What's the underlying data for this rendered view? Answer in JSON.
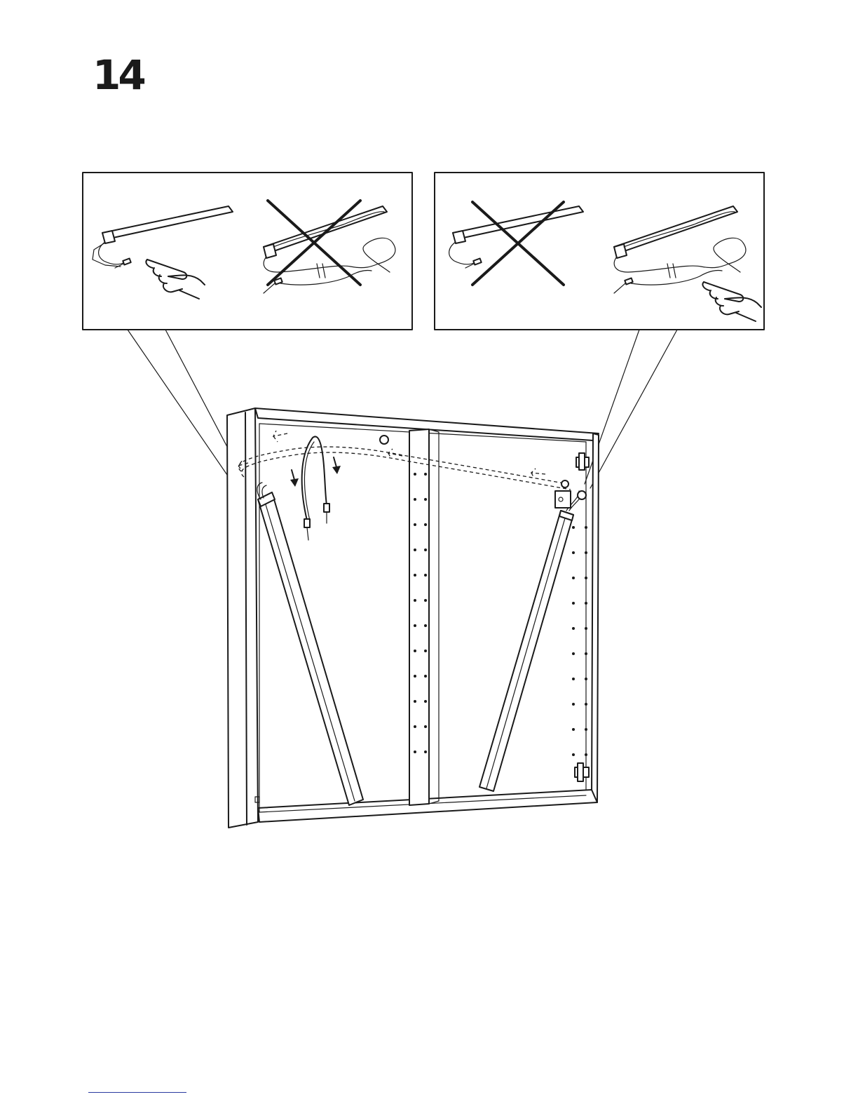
{
  "step": {
    "number": "14"
  },
  "callouts": [
    {
      "id": "left",
      "correct_option": "cable-tucked-straight",
      "wrong_option": "cable-loose"
    },
    {
      "id": "right",
      "correct_option": "cable-loose",
      "wrong_option": "cable-tucked-straight"
    }
  ],
  "icons": [
    "pointing-hand-icon",
    "cross-mark-icon",
    "arrow-down-icon",
    "dashed-arrow-left-icon",
    "hinge-icon",
    "connector-icon"
  ],
  "colors": {
    "ink": "#1a1a1a",
    "paper": "#ffffff",
    "footer_rule": "#2a3aa0"
  }
}
